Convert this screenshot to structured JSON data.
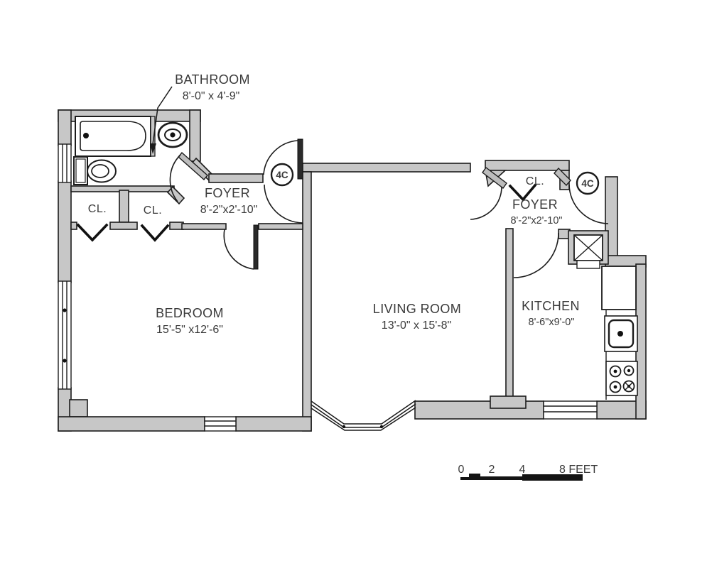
{
  "plan": {
    "rooms": {
      "bathroom": {
        "name": "BATHROOM",
        "dims": "8'-0\" x 4'-9\""
      },
      "foyer_left": {
        "name": "FOYER",
        "dims": "8'-2\"x2'-10\""
      },
      "bedroom": {
        "name": "BEDROOM",
        "dims": "15'-5\" x12'-6\""
      },
      "living_room": {
        "name": "LIVING ROOM",
        "dims": "13'-0\" x 15'-8\""
      },
      "kitchen": {
        "name": "KITCHEN",
        "dims": "8'-6\"x9'-0\""
      },
      "foyer_right": {
        "name": "FOYER",
        "dims": "8'-2\"x2'-10\""
      }
    },
    "closets": {
      "left1": "CL.",
      "left2": "CL.",
      "right": "CL."
    },
    "units": {
      "left": "4C",
      "right": "4C"
    },
    "scale_bar": {
      "tick0": "0",
      "tick2": "2",
      "tick4": "4",
      "tick8": "8 FEET"
    }
  }
}
